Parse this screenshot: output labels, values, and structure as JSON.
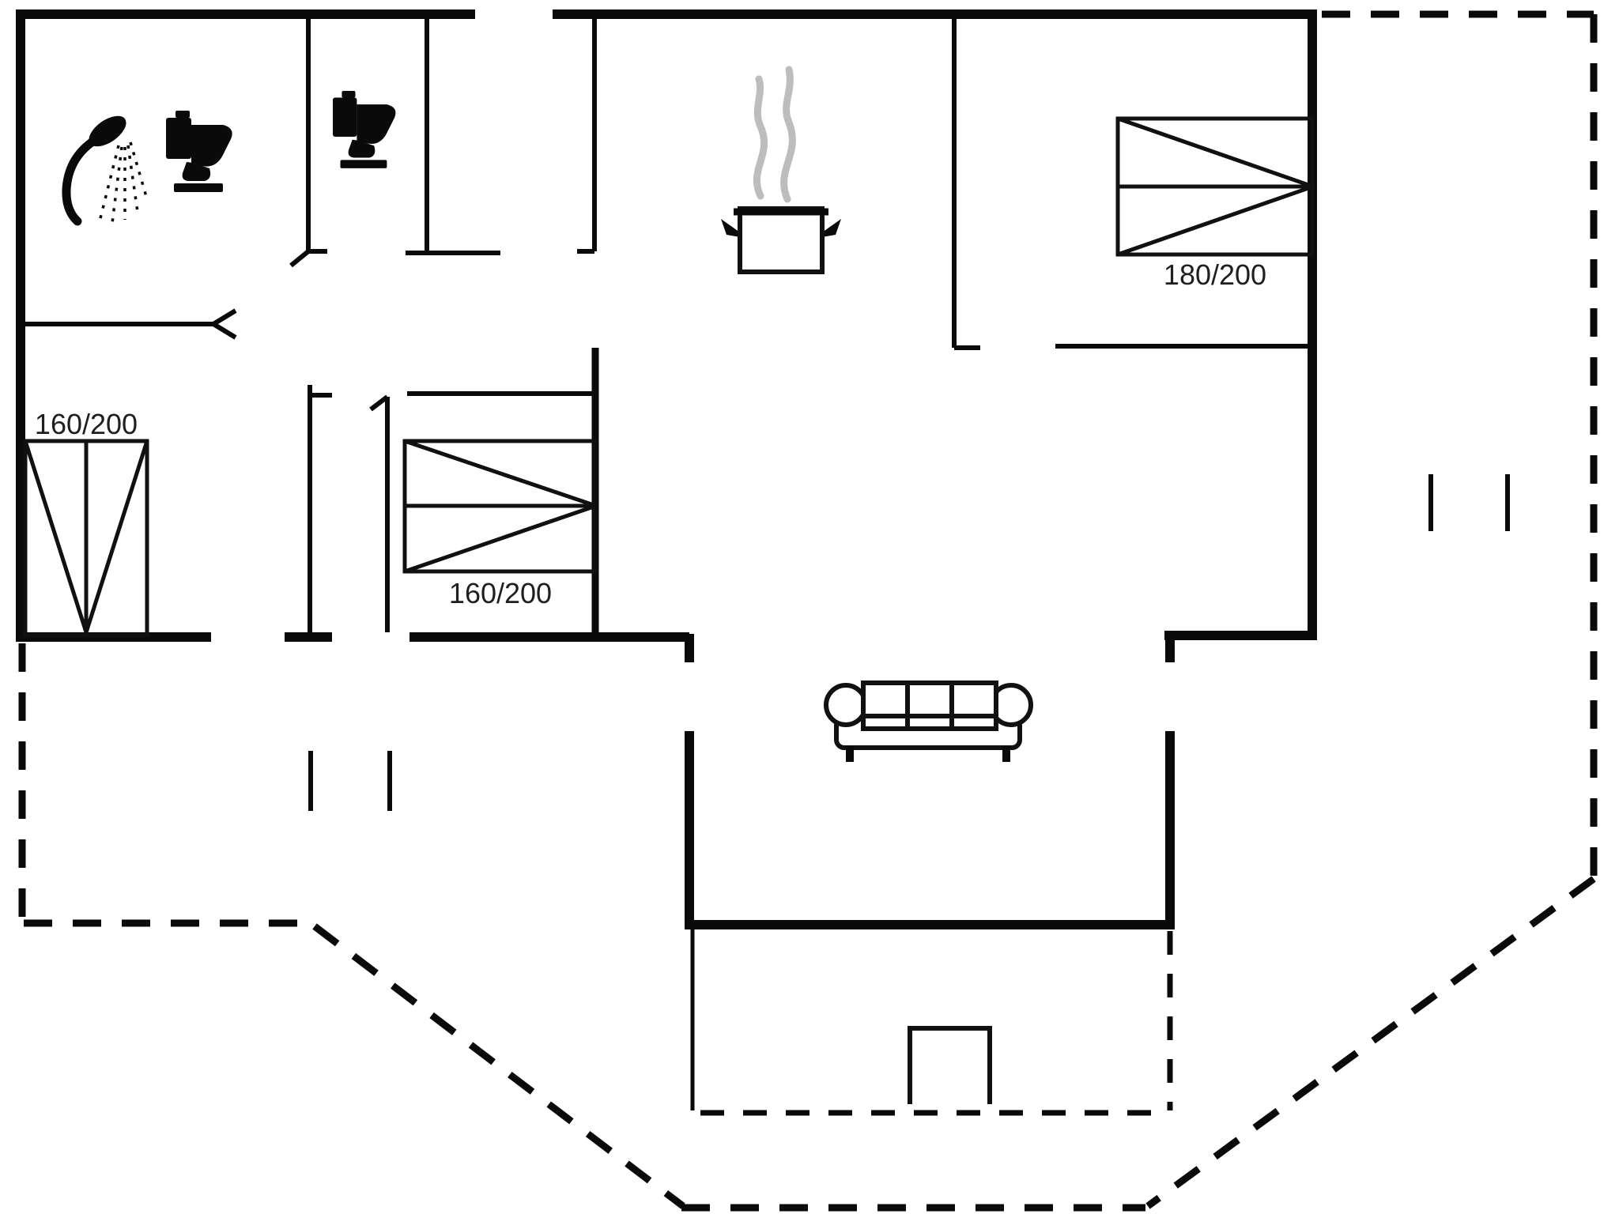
{
  "floor_plan": {
    "beds": {
      "left_bedroom_bed_size": "160/200",
      "middle_bedroom_bed_size": "160/200",
      "top_right_bedroom_bed_size": "180/200"
    },
    "colors": {
      "wall": "#0a0a0a",
      "bed_outline": "#111111",
      "label_text": "#1f1f1f",
      "steam": "#bdbdbd",
      "background": "#ffffff"
    },
    "icons": [
      "shower-icon",
      "toilet-icon",
      "toilet-icon",
      "cooking-pot-icon",
      "steam-icon",
      "sofa-icon",
      "garden-table-icon",
      "double-bed-icon",
      "double-bed-icon",
      "double-bed-icon"
    ]
  }
}
